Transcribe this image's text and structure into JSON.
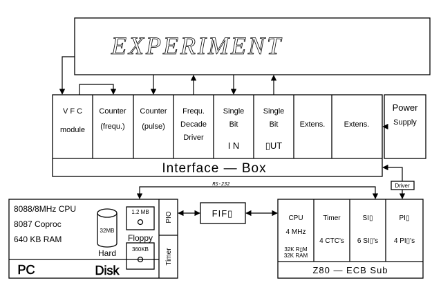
{
  "experiment": {
    "title": "EXPERIMENT"
  },
  "interface_box": {
    "label": "Interface  —  Box",
    "modules": [
      {
        "lines": [
          "V  F  C",
          "module"
        ]
      },
      {
        "lines": [
          "Counter",
          "(frequ.)"
        ]
      },
      {
        "lines": [
          "Counter",
          "(pulse)"
        ]
      },
      {
        "lines": [
          "Frequ.",
          "Decade",
          "Driver"
        ]
      },
      {
        "lines": [
          "Single",
          "Bit",
          "I  N"
        ]
      },
      {
        "lines": [
          "Single",
          "Bit",
          "▯UT"
        ]
      },
      {
        "lines": [
          "Extens."
        ]
      },
      {
        "lines": [
          "Extens."
        ]
      }
    ]
  },
  "power_supply": {
    "lines": [
      "Power",
      "Supply"
    ]
  },
  "links": {
    "rs232": "RS-232",
    "driver": "Driver"
  },
  "pc": {
    "label": "PC",
    "specs": [
      "8088/8MHz CPU",
      "8087 Coproc",
      "640 KB RAM"
    ],
    "hard_disk": {
      "size": "32MB",
      "label_line1": "Hard",
      "label_line2": "Disk"
    },
    "floppy": {
      "label": "Floppy",
      "drive1": "1.2 MB",
      "drive2": "360KB"
    },
    "pio": "PIO",
    "timer": "Timer"
  },
  "fifo": {
    "label": "FIF▯"
  },
  "z80": {
    "label": "Z80  —  ECB Sub",
    "modules": [
      {
        "title": "CPU",
        "sub": "4 MHz",
        "extra": [
          "32K R▯M",
          "32K RAM"
        ]
      },
      {
        "title": "Timer",
        "sub": "4 CTC's"
      },
      {
        "title": "SI▯",
        "sub": "6 SI▯'s"
      },
      {
        "title": "PI▯",
        "sub": "4 PI▯'s"
      }
    ]
  }
}
